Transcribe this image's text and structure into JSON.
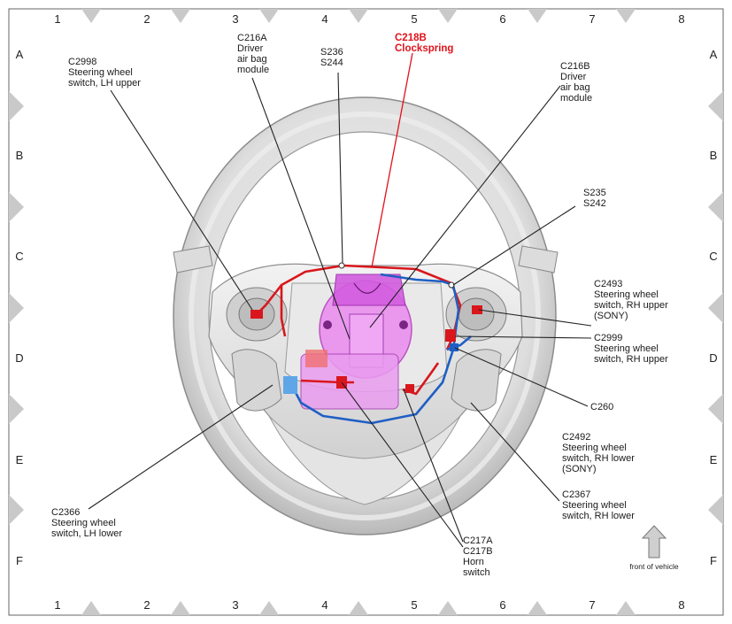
{
  "grid": {
    "columns": [
      "1",
      "2",
      "3",
      "4",
      "5",
      "6",
      "7",
      "8"
    ],
    "rows": [
      "A",
      "B",
      "C",
      "D",
      "E",
      "F"
    ]
  },
  "callouts": [
    {
      "id": "c2998",
      "lines": [
        "C2998",
        "Steering wheel",
        "switch, LH upper"
      ]
    },
    {
      "id": "c216a",
      "lines": [
        "C216A",
        "Driver",
        "air bag",
        "module"
      ]
    },
    {
      "id": "s236",
      "lines": [
        "S236",
        "S244"
      ]
    },
    {
      "id": "c218b",
      "lines": [
        "C218B",
        "Clockspring"
      ]
    },
    {
      "id": "c216b",
      "lines": [
        "C216B",
        "Driver",
        "air bag",
        "module"
      ]
    },
    {
      "id": "s235",
      "lines": [
        "S235",
        "S242"
      ]
    },
    {
      "id": "c2493",
      "lines": [
        "C2493",
        "Steering wheel",
        "switch, RH upper",
        "(SONY)"
      ]
    },
    {
      "id": "c2999",
      "lines": [
        "C2999",
        "Steering wheel",
        "switch, RH upper"
      ]
    },
    {
      "id": "c260",
      "lines": [
        "C260"
      ]
    },
    {
      "id": "c2492",
      "lines": [
        "C2492",
        "Steering wheel",
        "switch, RH lower",
        "(SONY)"
      ]
    },
    {
      "id": "c2367",
      "lines": [
        "C2367",
        "Steering wheel",
        "switch, RH lower"
      ]
    },
    {
      "id": "c2366",
      "lines": [
        "C2366",
        "Steering wheel",
        "switch, LH lower"
      ]
    },
    {
      "id": "c217",
      "lines": [
        "C217A",
        "C217B",
        "Horn",
        "switch"
      ]
    }
  ],
  "front_label": "front of vehicle",
  "colors": {
    "harness_red": "#d9161c",
    "harness_blue": "#1f5fc4",
    "clockspring_magenta": "#e060e8",
    "callout_red": "#e0121b",
    "wheel_gray": "#d9d9d9"
  }
}
